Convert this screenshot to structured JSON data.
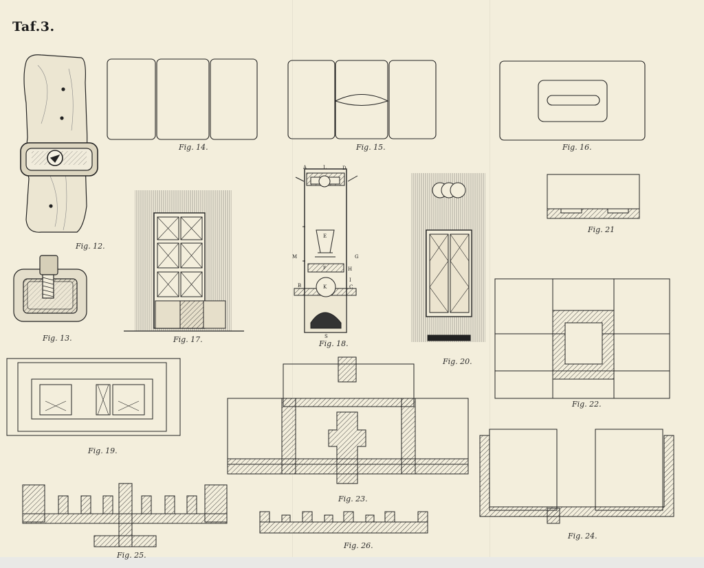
{
  "plate": {
    "title": "Taf.3.",
    "captions": {
      "fig12": "Fig. 12.",
      "fig13": "Fig. 13.",
      "fig14": "Fig. 14.",
      "fig15": "Fig. 15.",
      "fig16": "Fig. 16.",
      "fig17": "Fig. 17.",
      "fig18": "Fig. 18.",
      "fig19": "Fig. 19.",
      "fig20": "Fig. 20.",
      "fig21": "Fig. 21",
      "fig22": "Fig. 22.",
      "fig23": "Fig. 23.",
      "fig24": "Fig. 24.",
      "fig25": "Fig. 25.",
      "fig26": "Fig. 26."
    },
    "fig18_letters": {
      "A": "A",
      "L": "L",
      "D": "D",
      "E": "E",
      "M": "M",
      "F": "F",
      "G": "G",
      "H": "H",
      "I": "I",
      "K": "K",
      "B": "B",
      "C": "C",
      "S": "S"
    }
  }
}
